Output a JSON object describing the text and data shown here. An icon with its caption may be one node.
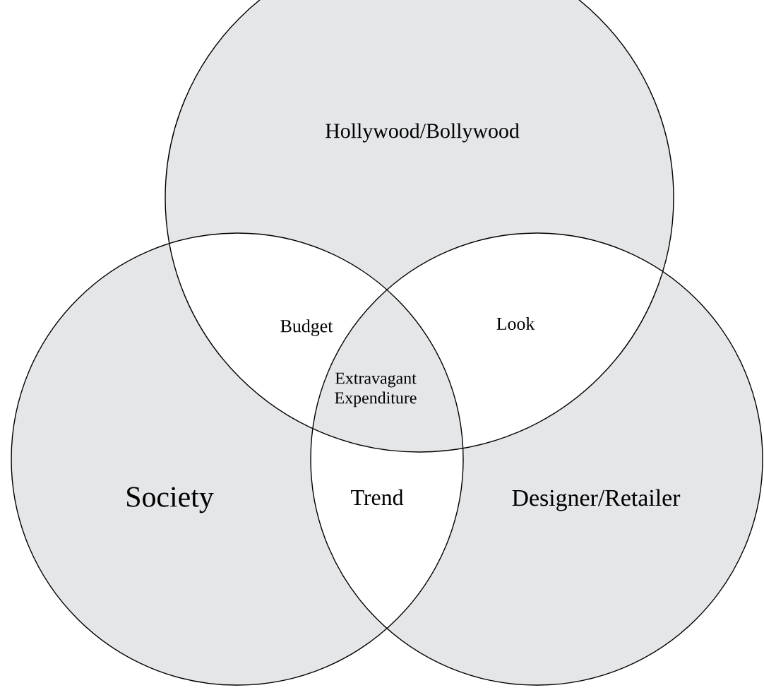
{
  "diagram": {
    "nodes": [
      {
        "text": [
          "Hollywood/Bollywood"
        ]
      },
      {
        "text": [
          "Society"
        ]
      },
      {
        "text": [
          "Designer/Retailer"
        ]
      }
    ],
    "edges": [],
    "labels": [
      "Budget",
      "Look",
      "Extravagant Expenditure",
      "Trend"
    ]
  }
}
